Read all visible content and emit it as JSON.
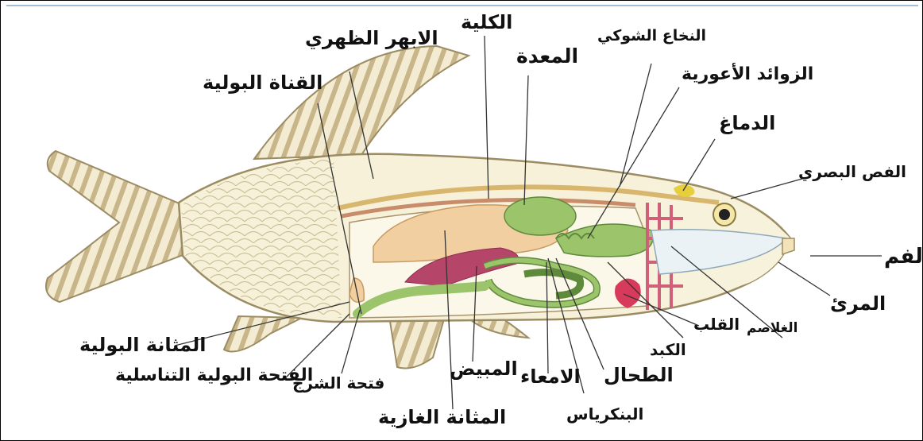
{
  "labels": {
    "spinal_cord": "النخاع الشوكي",
    "kidney": "الكلية",
    "stomach": "المعدة",
    "dorsal_aorta": "الابهر الظهري",
    "pyloric_caeca": "الزوائد الأعورية",
    "urinary_duct": "القناة البولية",
    "brain": "الدماغ",
    "optic_lobe": "الفص البصري",
    "mouth": "الفم",
    "esophagus": "المرئ",
    "gills": "الغلاصم",
    "heart": "القلب",
    "liver": "الكبد",
    "spleen": "الطحال",
    "pancreas": "البنكرياس",
    "intestine": "الامعاء",
    "ovary": "المبيض",
    "swim_bladder": "المثانة الغازية",
    "anus": "فتحة الشرج",
    "urogenital_opening": "الفتحة البولية التناسلية",
    "urinary_bladder": "المثانة البولية"
  },
  "colors": {
    "body": "#f6f1d8",
    "fin_stripe": "#b7a57a",
    "swim_bladder": "#f2cfa0",
    "digestive": "#9bc46b",
    "ovary": "#b5466a",
    "kidney_band": "#c98c6b",
    "heart": "#d73a5a",
    "brain": "#e6cf3a",
    "gills": "#d8e7f0"
  }
}
